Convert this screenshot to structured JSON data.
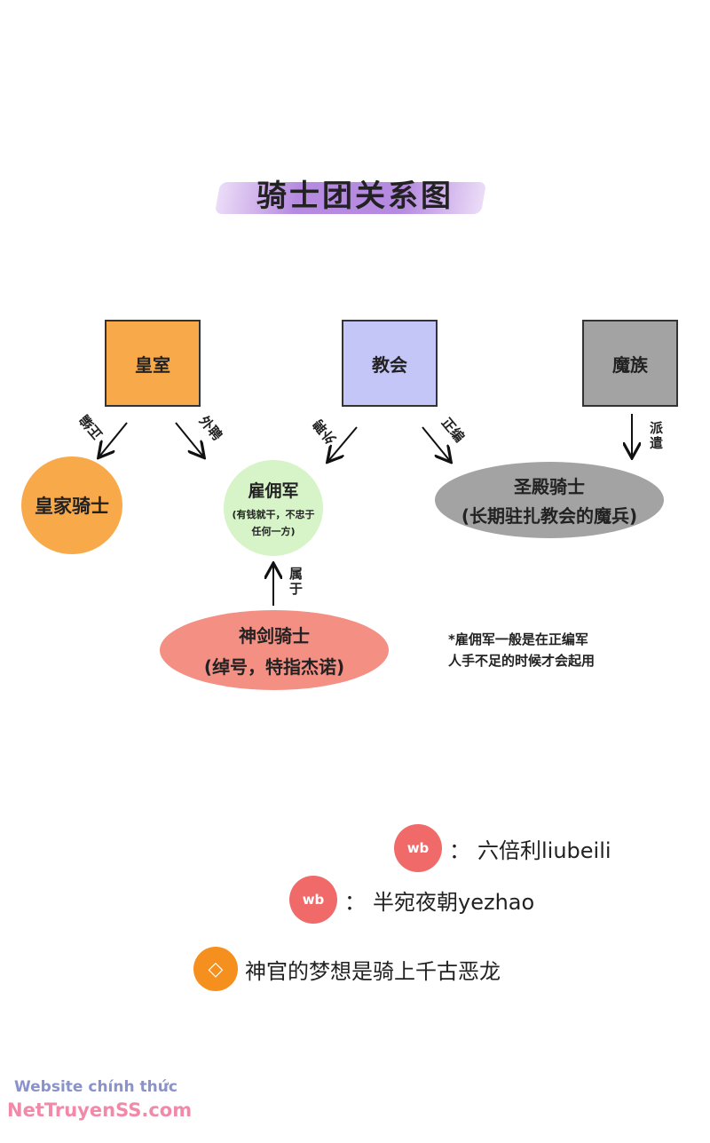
{
  "title": "骑士团关系图",
  "sources": {
    "royal": "皇室",
    "church": "教会",
    "demon": "魔族"
  },
  "targets": {
    "royal_knights": "皇家骑士",
    "mercenary": {
      "name": "雇佣军",
      "desc1": "(有钱就干，不忠于",
      "desc2": "任何一方)"
    },
    "temple_knights": {
      "name": "圣殿骑士",
      "desc": "(长期驻扎教会的魔兵)"
    },
    "sword_knights": {
      "name": "神剑骑士",
      "desc": "(绰号，特指杰诺)"
    }
  },
  "edges": {
    "royal_regular": "正编",
    "royal_hire": "外聘",
    "church_hire": "外聘",
    "church_regular": "正编",
    "demon_dispatch": "派遣",
    "belongs_to": "属于"
  },
  "note": {
    "line1": "*雇佣军一般是在正编军",
    "line2": "人手不足的时候才会起用"
  },
  "credits": [
    {
      "icon": "weibo-icon",
      "text": "六倍利liubeili",
      "prefix": "："
    },
    {
      "icon": "weibo-icon",
      "text": "半宛夜朝yezhao",
      "prefix": "："
    },
    {
      "icon": "diamond-icon",
      "text": "神官的梦想是骑上千古恶龙"
    }
  ],
  "watermark": {
    "line1": "Website chính thức",
    "line2": "NetTruyenSS.com"
  },
  "colors": {
    "royal": "#f8a94a",
    "church": "#c4c6f8",
    "demon": "#a3a3a3",
    "mercenary": "#d6f4c8",
    "sword": "#f48f84"
  }
}
